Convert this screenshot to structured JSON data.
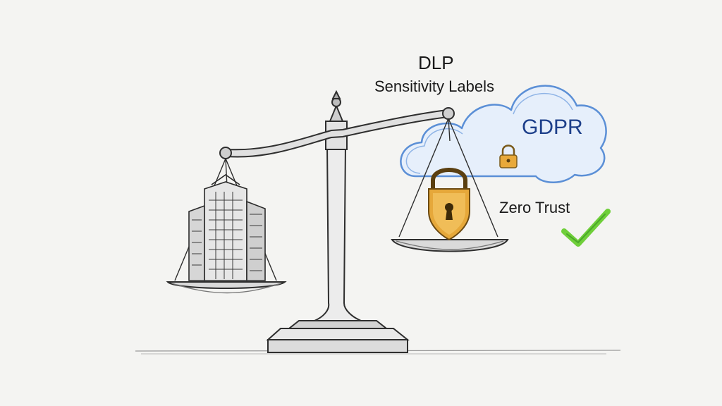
{
  "labels": {
    "dlp": "DLP",
    "sensitivity": "Sensitivity Labels",
    "gdpr": "GDPR",
    "zero_trust": "Zero Trust"
  },
  "icons": {
    "scale": "balance-scale-icon",
    "building": "office-building-icon",
    "shield": "shield-lock-icon",
    "cloud": "cloud-icon",
    "padlock": "padlock-icon",
    "check": "checkmark-icon"
  },
  "colors": {
    "background": "#f4f4f2",
    "sketch": "#3a3a3a",
    "cloud_stroke": "#5b8fd6",
    "cloud_fill": "#e6effb",
    "gdpr_text": "#1d3f8a",
    "shield_gold": "#e6a83a",
    "check_green": "#6fcf3a"
  }
}
